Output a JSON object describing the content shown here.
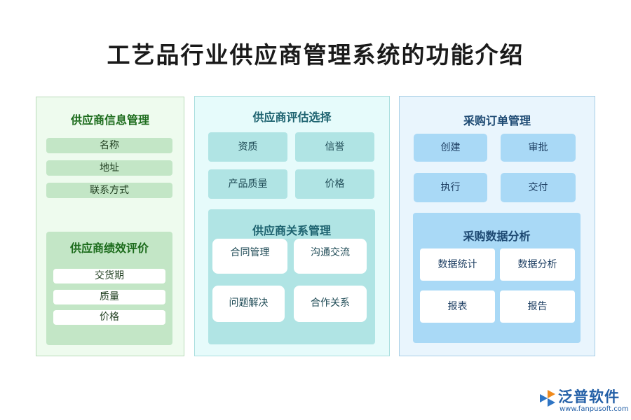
{
  "title": "工艺品行业供应商管理系统的功能介绍",
  "panel1": {
    "title": "供应商信息管理",
    "items": [
      "名称",
      "地址",
      "联系方式"
    ],
    "sub": {
      "title": "供应商绩效评价",
      "items": [
        "交货期",
        "质量",
        "价格"
      ]
    }
  },
  "panel2": {
    "title": "供应商评估选择",
    "items": [
      "资质",
      "信誉",
      "产品质量",
      "价格"
    ],
    "sub": {
      "title": "供应商关系管理",
      "items": [
        "合同管理",
        "沟通交流",
        "问题解决",
        "合作关系"
      ]
    }
  },
  "panel3": {
    "title": "采购订单管理",
    "items": [
      "创建",
      "审批",
      "执行",
      "交付"
    ],
    "sub": {
      "title": "采购数据分析",
      "items": [
        "数据统计",
        "数据分析",
        "报表",
        "报告"
      ]
    }
  },
  "logo": {
    "name": "泛普软件",
    "url": "www.fanpusoft.com"
  },
  "colors": {
    "green_panel": "#eefbee",
    "teal_panel": "#e6fbfb",
    "blue_panel": "#e9f5fd"
  }
}
